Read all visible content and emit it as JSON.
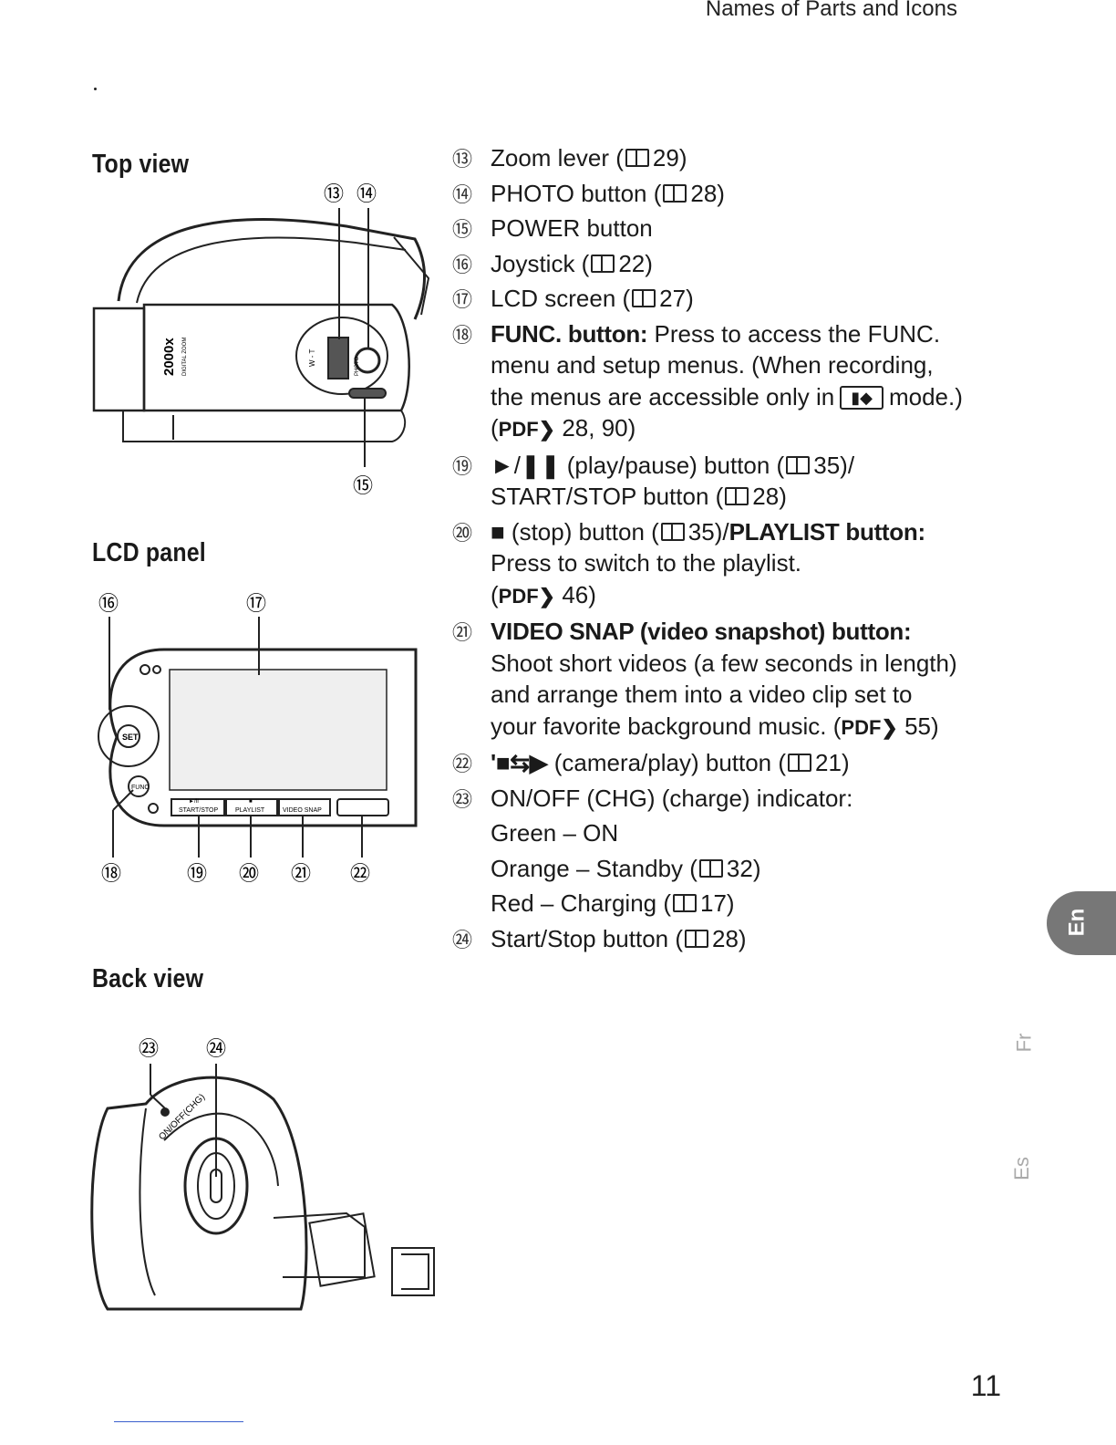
{
  "header": {
    "title": "Names of Parts and Icons"
  },
  "sections": {
    "top_view": "Top view",
    "lcd_panel": "LCD panel",
    "back_view": "Back view"
  },
  "callouts": {
    "c13": "⑬",
    "c14": "⑭",
    "c15": "⑮",
    "c16": "⑯",
    "c17": "⑰",
    "c18": "⑱",
    "c19": "⑲",
    "c20": "⑳",
    "c21": "㉑",
    "c22": "㉒",
    "c23": "㉓",
    "c24": "㉔"
  },
  "diagram_text": {
    "zoom_label": "2000x",
    "zoom_sub": "DIGITAL ZOOM",
    "wt_label": "W - T",
    "photo_label": "PHOTO",
    "set_label": "SET",
    "func_label": "FUNC",
    "btn_start_stop_top": "►/II",
    "btn_start_stop": "START/STOP",
    "btn_playlist_top": "■",
    "btn_playlist": "PLAYLIST",
    "btn_video_snap": "VIDEO SNAP",
    "onoff_label": "ON/OFF(CHG)"
  },
  "items": [
    {
      "num": "⑬",
      "text": "Zoom lever (",
      "ref": "29)"
    },
    {
      "num": "⑭",
      "text": "PHOTO button (",
      "ref": "28)"
    },
    {
      "num": "⑮",
      "text": "POWER button"
    },
    {
      "num": "⑯",
      "text": "Joystick (",
      "ref": "22)"
    },
    {
      "num": "⑰",
      "text": "LCD screen (",
      "ref": "27)"
    },
    {
      "num": "⑱",
      "bold": "FUNC. button:",
      "text": "Press to access the FUNC. menu and setup menus. (When recording, the menus are accessible only in",
      "mode_tail": "mode.) (",
      "pdf": "PDF❯",
      "ref": "28, 90)"
    },
    {
      "num": "⑲",
      "text": "►/❚❚ (play/pause) button (",
      "ref": "35)/",
      "line2": "START/STOP button (",
      "ref2": "28)"
    },
    {
      "num": "⑳",
      "text": "■ (stop) button (",
      "ref": "35)/",
      "bold2": "PLAYLIST button:",
      "line2": "Press to switch to the playlist.",
      "pdf": "PDF❯",
      "ref2": "46)"
    },
    {
      "num": "㉑",
      "bold": "VIDEO SNAP (video snapshot) button:",
      "text": "Shoot short videos (a few seconds in length) and arrange them into a video clip set to your favorite background music. (",
      "pdf": "PDF❯",
      "ref": "55)"
    },
    {
      "num": "㉒",
      "icon": "'■⇆▶",
      "text": "(camera/play) button (",
      "ref": "21)"
    },
    {
      "num": "㉓",
      "text": "ON/OFF (CHG) (charge) indicator:"
    },
    {
      "num": "㉔",
      "text": "Start/Stop button (",
      "ref": "28)"
    }
  ],
  "indicator_states": [
    {
      "text": "Green – ON"
    },
    {
      "text": "Orange – Standby (",
      "ref": "32)"
    },
    {
      "text": "Red – Charging (",
      "ref": "17)"
    }
  ],
  "language_tabs": [
    "En",
    "Fr",
    "Es"
  ],
  "page_number": "11",
  "colors": {
    "tab_active": "#777777",
    "tab_inactive": "#aaaaaa",
    "ink": "#1a1a1a",
    "footer_line": "#3a5fcd"
  },
  "icons": {
    "book": "book-reference-icon",
    "pdf": "pdf-reference-icon"
  }
}
